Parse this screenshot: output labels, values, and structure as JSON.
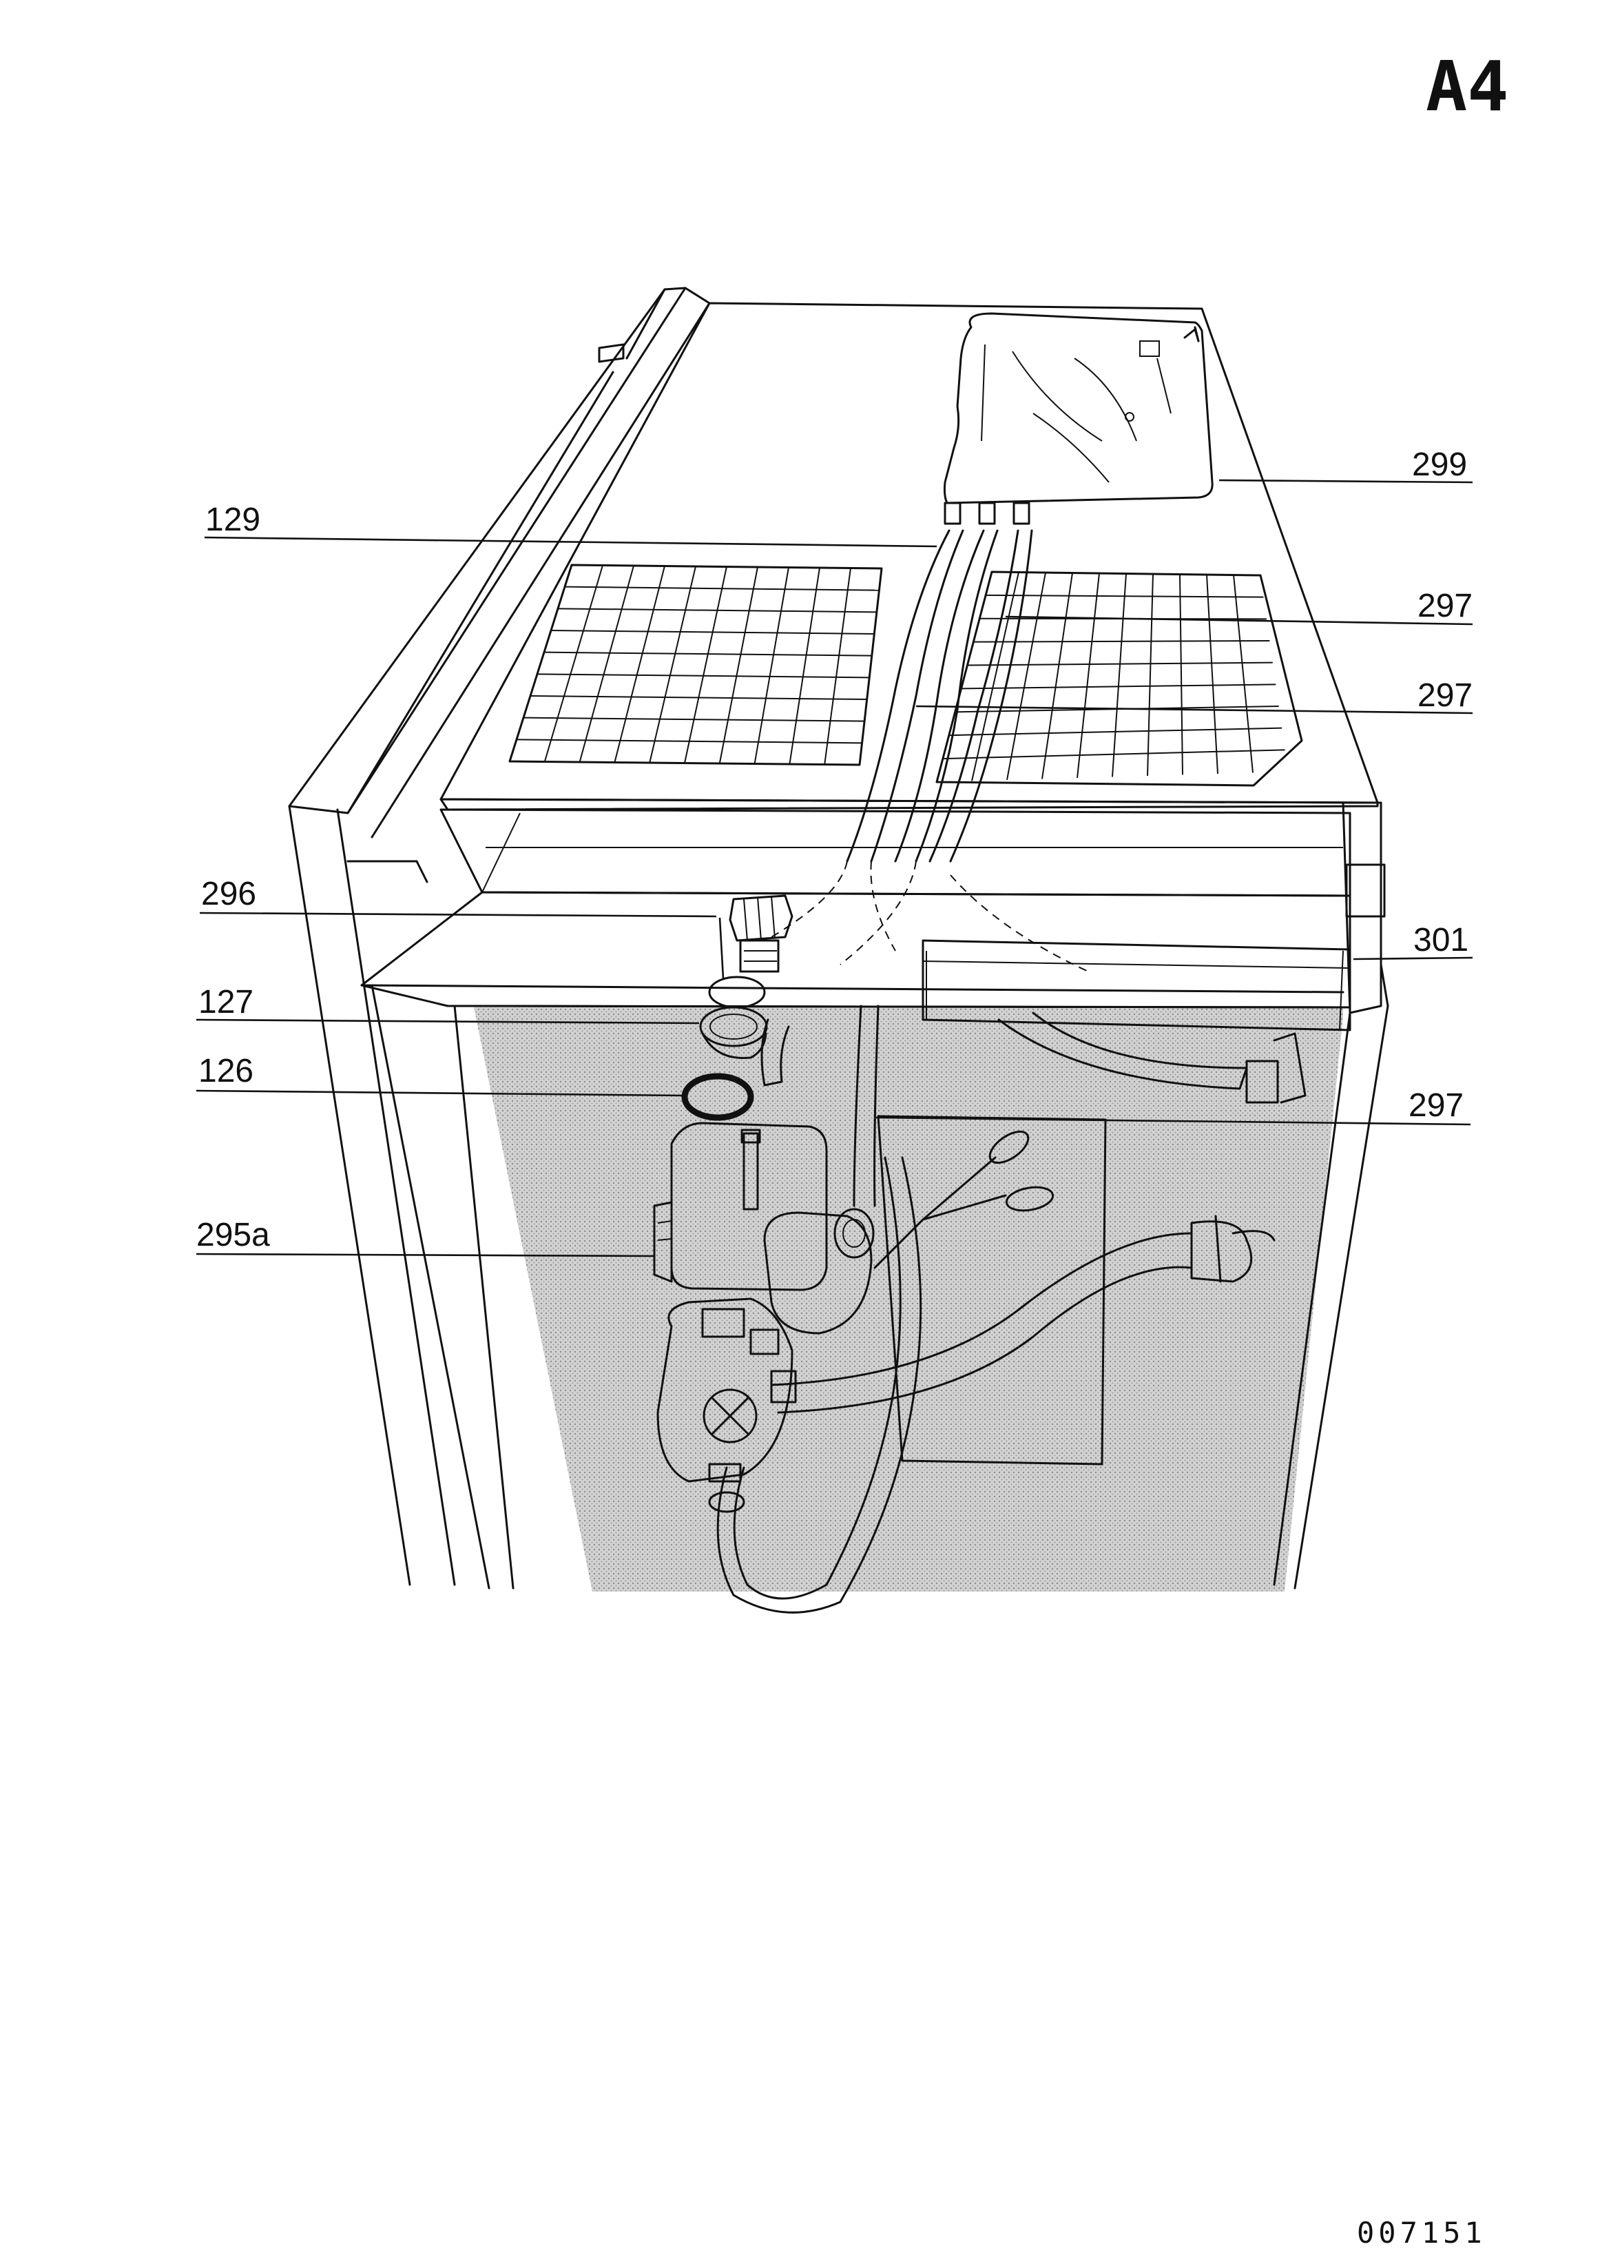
{
  "sheet_id": "A4",
  "drawing_number": "007151",
  "callouts": [
    {
      "id": "c129",
      "label": "129"
    },
    {
      "id": "c299",
      "label": "299"
    },
    {
      "id": "c297a",
      "label": "297"
    },
    {
      "id": "c297b",
      "label": "297"
    },
    {
      "id": "c296",
      "label": "296"
    },
    {
      "id": "c301",
      "label": "301"
    },
    {
      "id": "c127",
      "label": "127"
    },
    {
      "id": "c126",
      "label": "126"
    },
    {
      "id": "c297c",
      "label": "297"
    },
    {
      "id": "c295a",
      "label": "295a"
    }
  ]
}
